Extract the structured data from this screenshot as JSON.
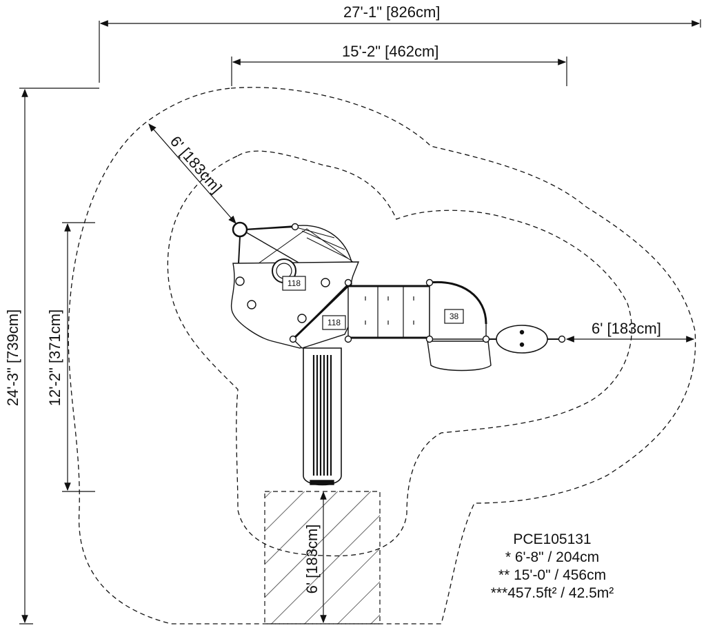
{
  "dimensions": {
    "overall_width": "27'-1\" [826cm]",
    "inner_width": "15'-2\" [462cm]",
    "overall_depth": "24'-3\" [739cm]",
    "inner_depth": "12'-2\" [371cm]",
    "clearance_diagonal": "6' [183cm]",
    "clearance_right": "6' [183cm]",
    "clearance_slide": "6' [183cm]"
  },
  "components": {
    "deck_top_tag": "118",
    "deck_lower_tag": "118",
    "platform_tag": "38"
  },
  "info": {
    "model": "PCE105131",
    "height_1": "* 6'-8\" / 204cm",
    "height_2": "** 15'-0\" / 456cm",
    "area": "***457.5ft² / 42.5m²"
  }
}
